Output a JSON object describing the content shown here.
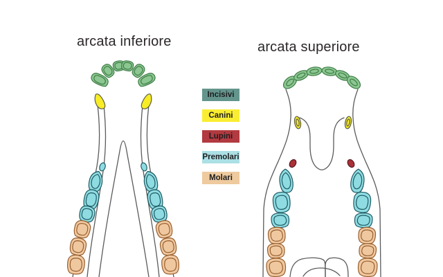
{
  "titles": {
    "lower": "arcata inferiore",
    "upper": "arcata superiore"
  },
  "legend": {
    "items": [
      {
        "label": "Incisivi",
        "color": "#64958d"
      },
      {
        "label": "Canini",
        "color": "#f9ed32"
      },
      {
        "label": "Lupini",
        "color": "#b23a40"
      },
      {
        "label": "Premolari",
        "color": "#abe0e5"
      },
      {
        "label": "Molari",
        "color": "#eeca9e"
      }
    ]
  },
  "colors": {
    "incisor_fill": "#8cc791",
    "incisor_stroke": "#3e7c46",
    "canine_fill": "#f7ec26",
    "canine_stroke": "#5b5c45",
    "lupino_fill": "#a93138",
    "lupino_stroke": "#511419",
    "premolar_fill": "#8edce2",
    "premolar_stroke": "#1f5a63",
    "molar_fill": "#f0c8a0",
    "molar_stroke": "#975f2e",
    "outline": "#595a5c",
    "background": "#ffffff"
  },
  "diagram": {
    "lower_arcade": {
      "incisors": 6,
      "canines": 2,
      "premolars": 8,
      "molars": 6
    },
    "upper_arcade": {
      "incisors": 6,
      "canines": 2,
      "wolf_teeth": 2,
      "premolars": 6,
      "molars": 6
    }
  }
}
